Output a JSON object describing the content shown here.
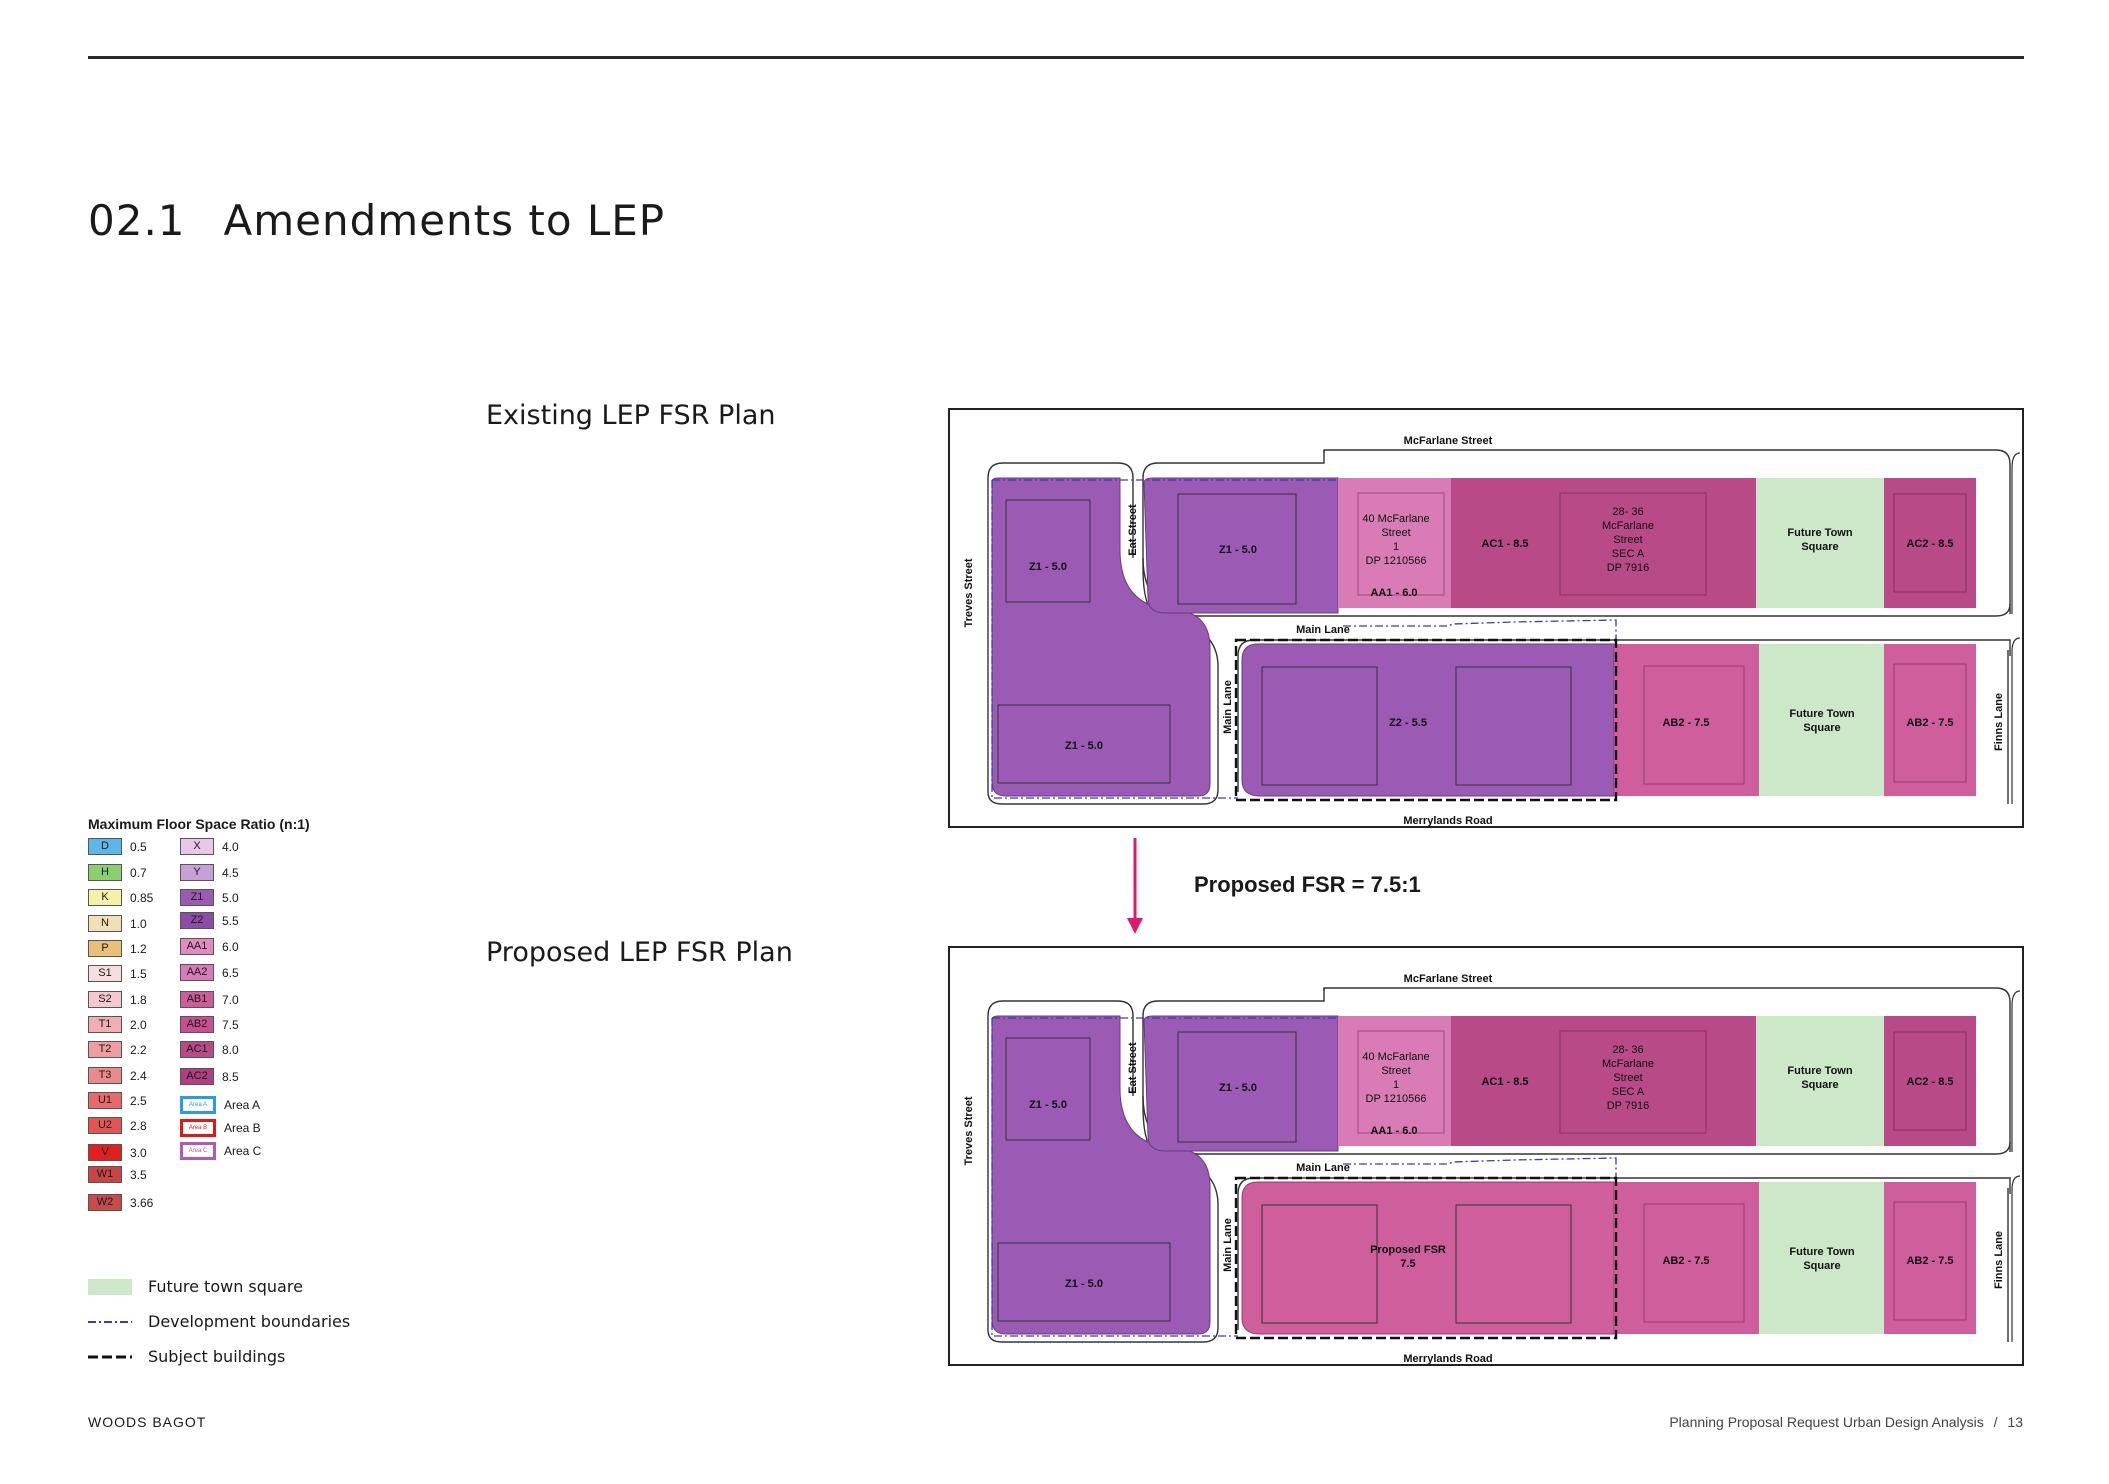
{
  "section": {
    "number": "02.1",
    "title": "Amendments to LEP"
  },
  "plans": {
    "existing_label": "Existing LEP FSR Plan",
    "proposed_label": "Proposed LEP FSR Plan",
    "proposed_fsr": "Proposed FSR = 7.5:1"
  },
  "map": {
    "streets": {
      "north": "McFarlane Street",
      "south": "Merrylands Road",
      "west": "Treves Street",
      "inner": "Eat Street",
      "lane_h": "Main Lane",
      "lane_v": "Main Lane",
      "east": "Finns Lane"
    },
    "zones": {
      "z1_top": "Z1 - 5.0",
      "z1_mid": "Z1 - 5.0",
      "z1_low": "Z1 - 5.0",
      "aa1": "AA1 - 6.0",
      "ac1": "AC1 - 8.5",
      "ac2": "AC2 - 8.5",
      "z2": "Z2 - 5.5",
      "ab2_a": "AB2 - 7.5",
      "ab2_b": "AB2 - 7.5",
      "town_sq": [
        "Future Town",
        "Square"
      ],
      "proposed": [
        "Proposed FSR",
        "7.5"
      ]
    },
    "lots": {
      "mcfarlane40": [
        "40 McFarlane",
        "Street",
        "1",
        "DP 1210566"
      ],
      "mcfarlane28": [
        "28- 36",
        "McFarlane",
        "Street",
        "SEC A",
        "DP 7916"
      ]
    },
    "colors": {
      "z": "#9b5bb5",
      "aa": "#d97bb5",
      "ac": "#b84a88",
      "ab": "#cf5f9c",
      "town": "#cce8c8",
      "arrow": "#e0196f"
    }
  },
  "legend": {
    "title": "Maximum Floor Space Ratio (n:1)",
    "col1": [
      {
        "code": "D",
        "value": "0.5",
        "color": "#5bb8e6"
      },
      {
        "code": "H",
        "value": "0.7",
        "color": "#8ccf6f"
      },
      {
        "code": "K",
        "value": "0.85",
        "color": "#f4f2a8"
      },
      {
        "code": "N",
        "value": "1.0",
        "color": "#f1e0b5"
      },
      {
        "code": "P",
        "value": "1.2",
        "color": "#e8c07a"
      },
      {
        "code": "S1",
        "value": "1.5",
        "color": "#f6dde0"
      },
      {
        "code": "S2",
        "value": "1.8",
        "color": "#f3c9cd"
      },
      {
        "code": "T1",
        "value": "2.0",
        "color": "#f2aeb0"
      },
      {
        "code": "T2",
        "value": "2.2",
        "color": "#ee9da0"
      },
      {
        "code": "T3",
        "value": "2.4",
        "color": "#ea8a8d"
      },
      {
        "code": "U1",
        "value": "2.5",
        "color": "#e66a6a"
      },
      {
        "code": "U2",
        "value": "2.8",
        "color": "#e25555"
      },
      {
        "code": "V",
        "value": "3.0",
        "color": "#e02020"
      },
      {
        "code": "W1",
        "value": "3.5",
        "color": "#c94545"
      },
      {
        "code": "W2",
        "value": "3.66",
        "color": "#c84a4a"
      }
    ],
    "col2": [
      {
        "code": "X",
        "value": "4.0",
        "color": "#e7c9e7"
      },
      {
        "code": "Y",
        "value": "4.5",
        "color": "#c8a0d8"
      },
      {
        "code": "Z1",
        "value": "5.0",
        "color": "#9b5bb5"
      },
      {
        "code": "Z2",
        "value": "5.5",
        "color": "#8d4ba8"
      },
      {
        "code": "AA1",
        "value": "6.0",
        "color": "#e08cc0"
      },
      {
        "code": "AA2",
        "value": "6.5",
        "color": "#d87ab6"
      },
      {
        "code": "AB1",
        "value": "7.0",
        "color": "#cc5d9a"
      },
      {
        "code": "AB2",
        "value": "7.5",
        "color": "#c85090"
      },
      {
        "code": "AC1",
        "value": "8.0",
        "color": "#b84a88"
      },
      {
        "code": "AC2",
        "value": "8.5",
        "color": "#b03f7e"
      }
    ],
    "areas": [
      {
        "code": "Area A",
        "label": "Area A",
        "color": "#2a9de0"
      },
      {
        "code": "Area B",
        "label": "Area B",
        "color": "#e01818"
      },
      {
        "code": "Area C",
        "label": "Area C",
        "color": "#b05ab0"
      }
    ]
  },
  "key": {
    "town_square": "Future town square",
    "dev_boundaries": "Development boundaries",
    "subject_buildings": "Subject buildings"
  },
  "footer": {
    "company": "WOODS BAGOT",
    "doc": "Planning Proposal Request Urban Design Analysis",
    "sep": "/",
    "page": "13"
  }
}
